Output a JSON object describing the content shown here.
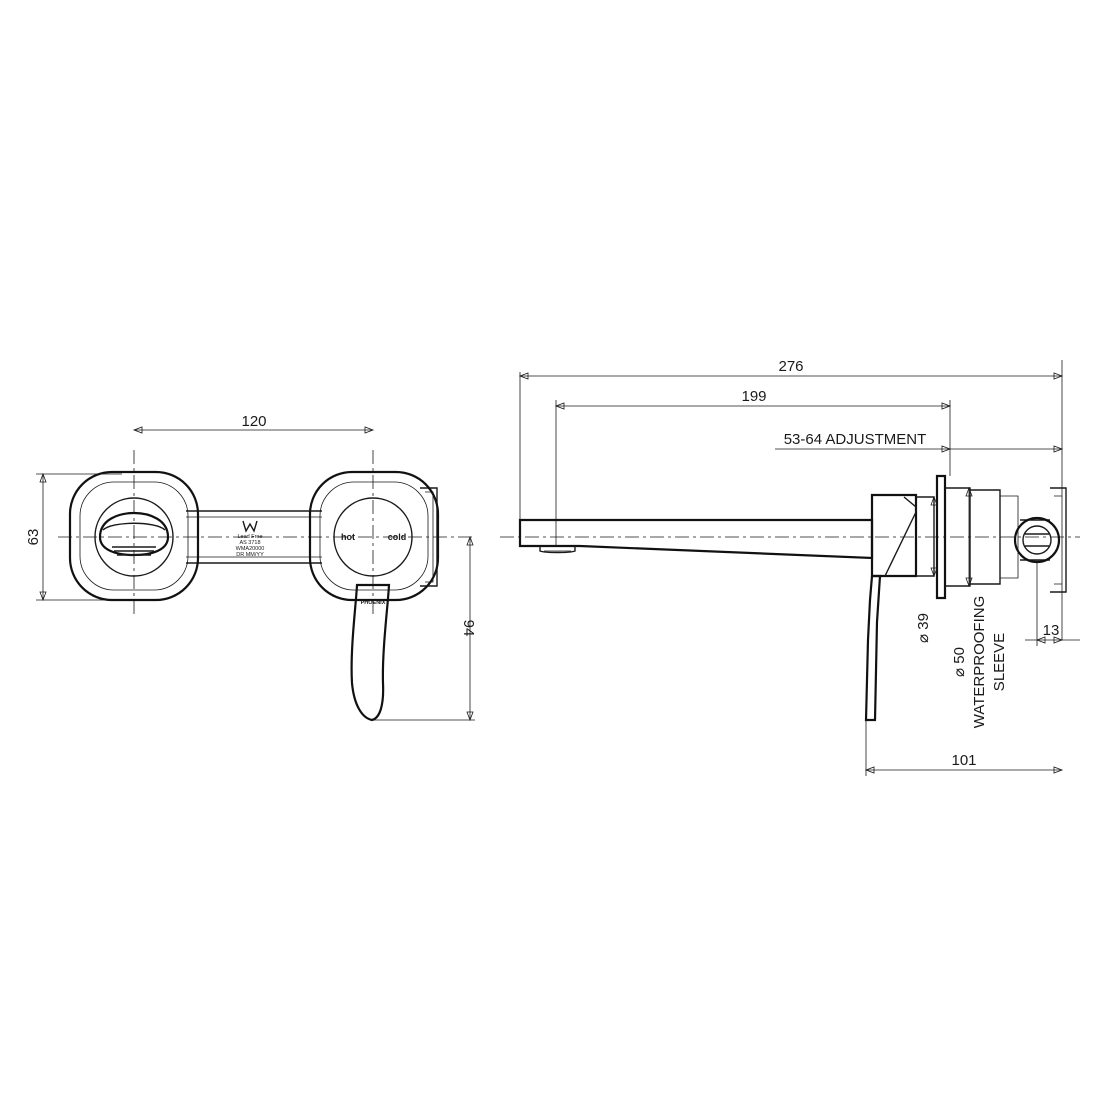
{
  "dimensions": {
    "front_width": "120",
    "front_height": "63",
    "lever_drop": "94",
    "overall_length": "276",
    "spout_length": "199",
    "adjustment": "53-64 ADJUSTMENT",
    "mixer_depth": "101",
    "cartridge_offset": "13",
    "flange_diameter": "⌀ 39",
    "sleeve_diameter": "⌀ 50",
    "sleeve_label_1": "WATERPROOFING",
    "sleeve_label_2": "SLEEVE"
  },
  "markings": {
    "hot": "hot",
    "cold": "cold",
    "brand": "PHOENIX",
    "lead_free": "Lead Free",
    "std": "AS 3718",
    "wm": "WMA20000",
    "dr": "DR MM/YY"
  }
}
